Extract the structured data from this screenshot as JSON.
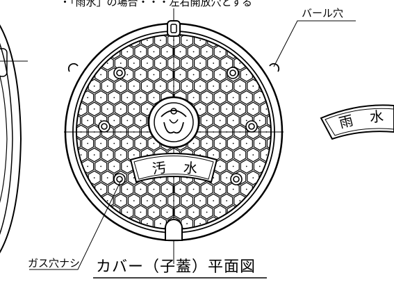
{
  "drawing": {
    "top_note": "・「雨水」の場合・・・左右開放穴とする",
    "label_bar_hole": "バール穴",
    "label_gas_hole": "ガス穴ナシ",
    "title": "カバー（子蓋）平面図",
    "plate_text_1": "汚",
    "plate_text_2": "水",
    "side_text_1": "雨",
    "side_text_2": "水"
  }
}
